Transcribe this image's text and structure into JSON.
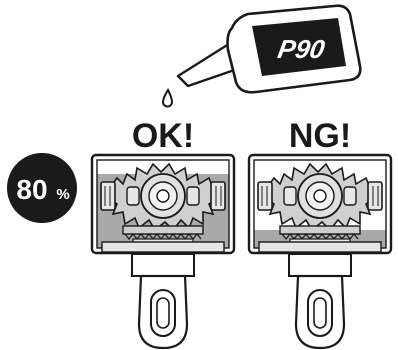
{
  "bottle": {
    "label": "P90"
  },
  "labels": {
    "ok": "OK!",
    "ng": "NG!"
  },
  "fill_badge": {
    "value": "80",
    "unit": "%"
  },
  "colors": {
    "ink": "#1a1a1a",
    "oil": "#a9a9a9",
    "housing": "#e6e6e6",
    "gear": "#cfcfcf"
  }
}
